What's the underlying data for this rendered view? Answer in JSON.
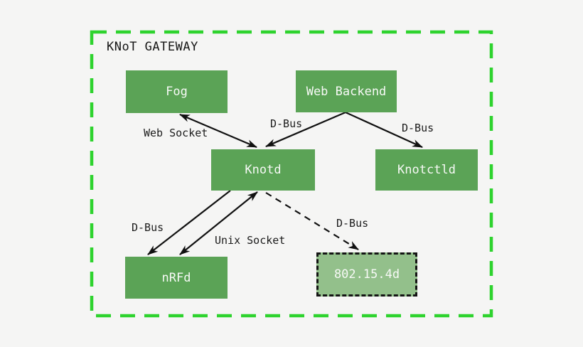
{
  "diagram": {
    "title": "KNoT GATEWAY",
    "type": "architecture-diagram",
    "boundary": {
      "label": "KNoT GATEWAY",
      "style": "dashed",
      "color": "#2ed32e"
    },
    "nodes": [
      {
        "id": "fog",
        "label": "Fog",
        "style": "solid",
        "fill": "#5ba356"
      },
      {
        "id": "web-backend",
        "label": "Web Backend",
        "style": "solid",
        "fill": "#5ba356"
      },
      {
        "id": "knotd",
        "label": "Knotd",
        "style": "solid",
        "fill": "#5ba356"
      },
      {
        "id": "knotctld",
        "label": "Knotctld",
        "style": "solid",
        "fill": "#5ba356"
      },
      {
        "id": "nrfd",
        "label": "nRFd",
        "style": "solid",
        "fill": "#5ba356"
      },
      {
        "id": "802154d",
        "label": "802.15.4d",
        "style": "dashed",
        "fill": "#93c08b"
      }
    ],
    "edges": [
      {
        "from": "fog",
        "to": "knotd",
        "label": "Web Socket",
        "line": "solid",
        "arrows": "both"
      },
      {
        "from": "web-backend",
        "to": "knotd",
        "label": "D-Bus",
        "line": "solid",
        "arrows": "end"
      },
      {
        "from": "web-backend",
        "to": "knotctld",
        "label": "D-Bus",
        "line": "solid",
        "arrows": "end"
      },
      {
        "from": "knotd",
        "to": "nrfd",
        "label": "D-Bus",
        "line": "solid",
        "arrows": "end"
      },
      {
        "from": "nrfd",
        "to": "knotd",
        "label": "Unix Socket",
        "line": "solid",
        "arrows": "both"
      },
      {
        "from": "knotd",
        "to": "802154d",
        "label": "D-Bus",
        "line": "dashed",
        "arrows": "end"
      }
    ],
    "colors": {
      "background": "#f5f5f4",
      "node_green": "#5ba356",
      "node_light_green": "#93c08b",
      "boundary_green": "#2ed32e",
      "edge_black": "#111111",
      "node_text": "#f7f9f6",
      "label_text": "#1c1c1c"
    }
  }
}
